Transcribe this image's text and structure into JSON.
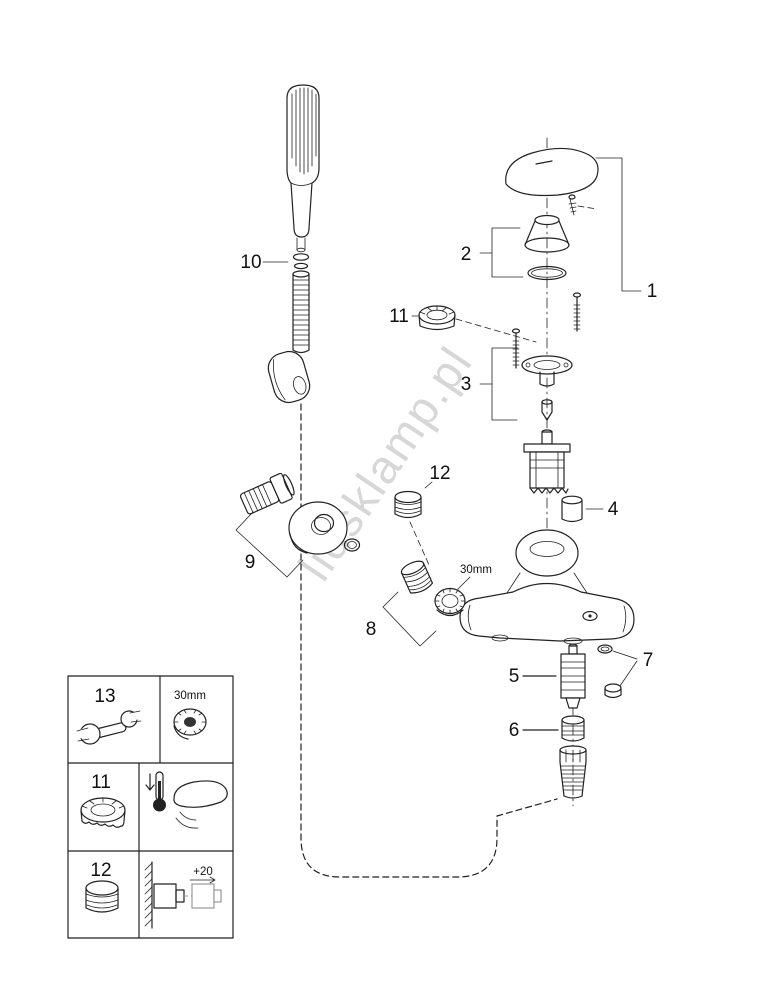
{
  "colors": {
    "line": "#222222",
    "ghost": "#999999",
    "watermark": "#c2c2c2"
  },
  "watermark": {
    "text": "lidsklamp.pl"
  },
  "callouts": {
    "c1": "1",
    "c2": "2",
    "c3": "3",
    "c4": "4",
    "c5": "5",
    "c6": "6",
    "c7": "7",
    "c8": "8",
    "c9": "9",
    "c10": "10",
    "c11": "11",
    "c12": "12"
  },
  "annotations": {
    "nut_size": "30mm"
  },
  "legend": {
    "rows": [
      {
        "number": "13",
        "left_icon": "open-end-wrench-icon",
        "right_label": "30mm",
        "right_icon": "knurled-nut-icon"
      },
      {
        "number": "11",
        "left_icon": "temperature-limiter-cap-icon",
        "right_icon": "thermometer-lever-icon"
      },
      {
        "number": "12",
        "left_icon": "ribbed-plug-icon",
        "right_label": "+20",
        "right_icon": "wall-mount-offset-icon"
      }
    ]
  }
}
